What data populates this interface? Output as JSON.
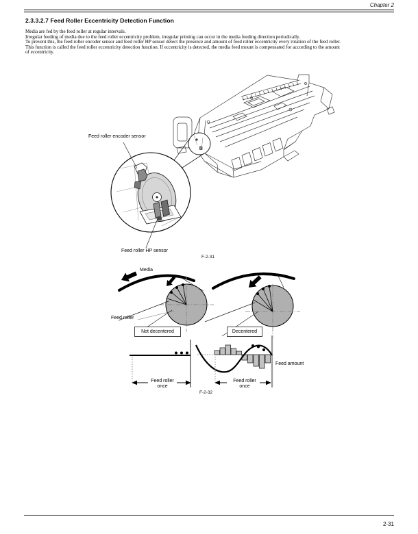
{
  "header": {
    "chapter": "Chapter 2"
  },
  "section": {
    "title": "2.3.3.2.7 Feed Roller Eccentricity Detection Function"
  },
  "paragraph": {
    "lines": [
      "Media are fed by the feed roller at regular intervals.",
      "Irregular feeding of media due to the feed roller eccentricity problem, irregular printing can occur in the media feeding direction periodically.",
      "To prevent this, the feed roller encoder sensor and feed roller HP sensor detect the presence and amount of feed roller eccentricity every rotation of the feed roller.",
      "This function is called the feed roller eccentricity detection function. If eccentricity is detected, the media feed mount is compensated for according to the amount",
      "of eccentricity."
    ]
  },
  "figure1": {
    "caption": "F-2-31",
    "labels": {
      "encoder_sensor": "Feed roller encoder sensor",
      "hp_sensor": "Feed roller HP sensor"
    }
  },
  "figure2": {
    "caption": "F-2-32",
    "labels": {
      "media": "Media",
      "feed_roller": "Feed roller",
      "not_decentered": "Not decentered",
      "decentered": "Decentered",
      "feed_amount": "Feed amount",
      "feed_roller_once_line1": "Feed roller",
      "feed_roller_once_line2": "once"
    }
  },
  "footer": {
    "page_number": "2-31"
  },
  "colors": {
    "roller_fill": "#b0b0b0",
    "bar_fill": "#c2c2c2",
    "sensor_dark": "#8a8a8a",
    "disc_fill": "#d6d6d6",
    "axis_gray": "#9a9a9a",
    "line_black": "#000000"
  }
}
